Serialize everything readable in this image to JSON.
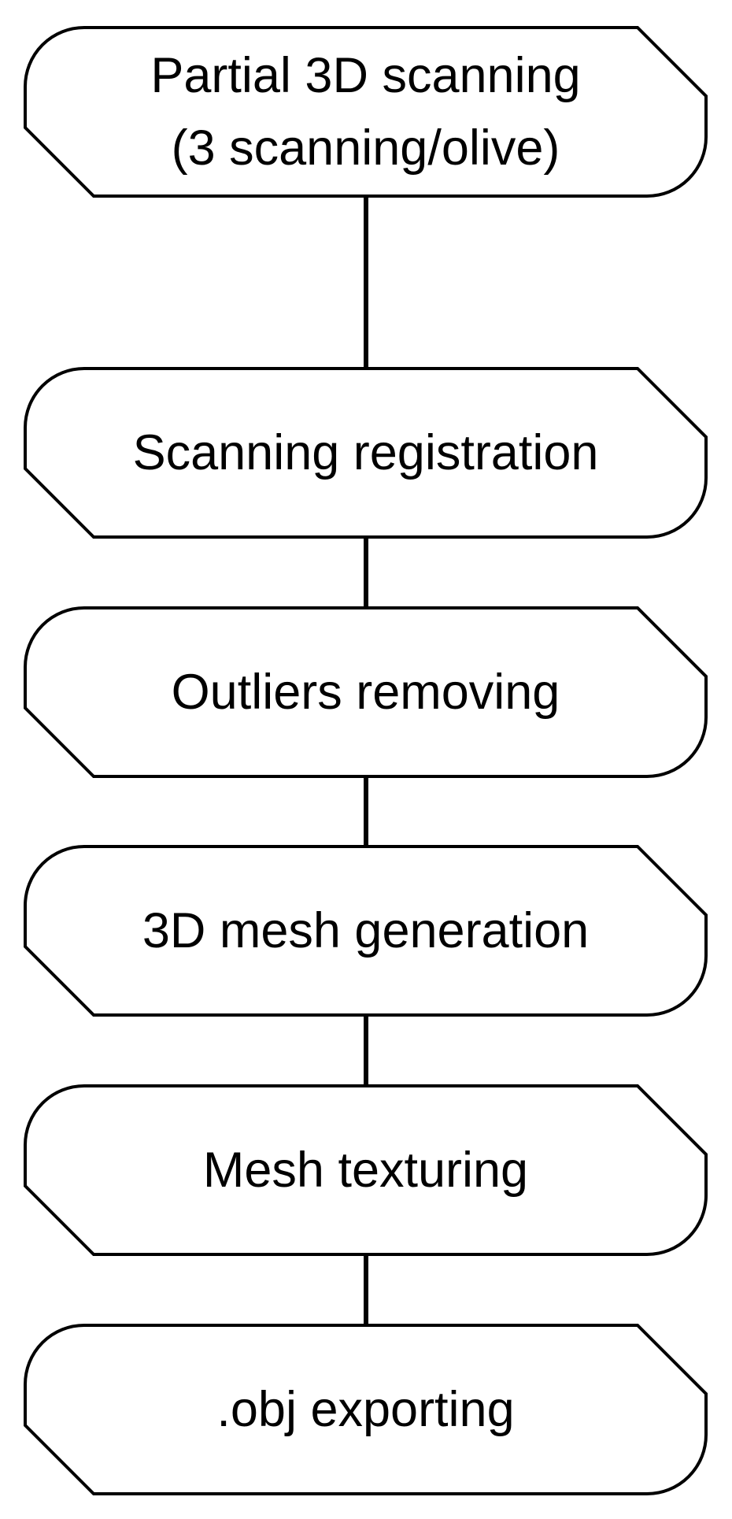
{
  "figure": {
    "type": "flowchart",
    "background_color": "#ffffff",
    "stroke_color": "#000000",
    "text_color": "#000000"
  },
  "nodes": [
    {
      "id": "partial-3d-scanning",
      "label": "Partial 3D scanning\n(3 scanning/olive)"
    },
    {
      "id": "scanning-registration",
      "label": "Scanning registration"
    },
    {
      "id": "outliers-removing",
      "label": "Outliers removing"
    },
    {
      "id": "3d-mesh-generation",
      "label": "3D mesh generation"
    },
    {
      "id": "mesh-texturing",
      "label": "Mesh texturing"
    },
    {
      "id": "obj-exporting",
      "label": ".obj exporting"
    }
  ],
  "connections": [
    {
      "from": "partial-3d-scanning",
      "to": "scanning-registration"
    },
    {
      "from": "scanning-registration",
      "to": "outliers-removing"
    },
    {
      "from": "outliers-removing",
      "to": "3d-mesh-generation"
    },
    {
      "from": "3d-mesh-generation",
      "to": "mesh-texturing"
    },
    {
      "from": "mesh-texturing",
      "to": "obj-exporting"
    }
  ]
}
